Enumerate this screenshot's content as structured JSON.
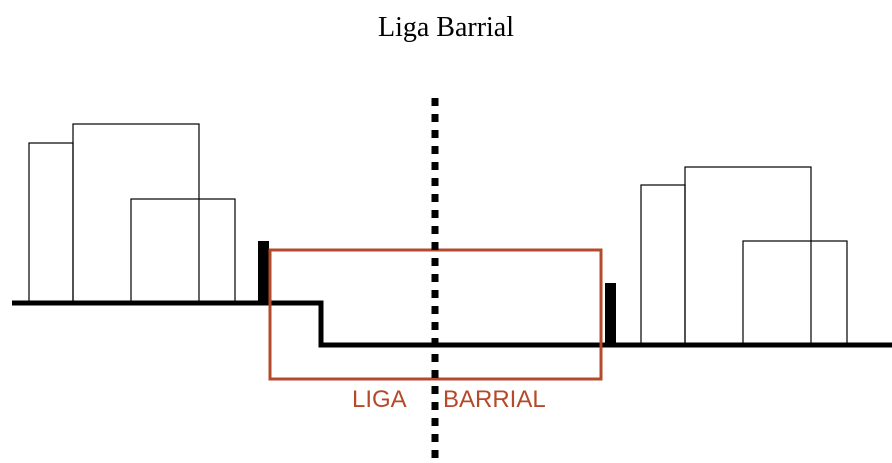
{
  "title": "Liga Barrial",
  "labels": {
    "left": "LIGA",
    "right": "BARRIAL"
  },
  "colors": {
    "ink": "#000000",
    "accent": "#b5492c",
    "background": "#ffffff"
  }
}
